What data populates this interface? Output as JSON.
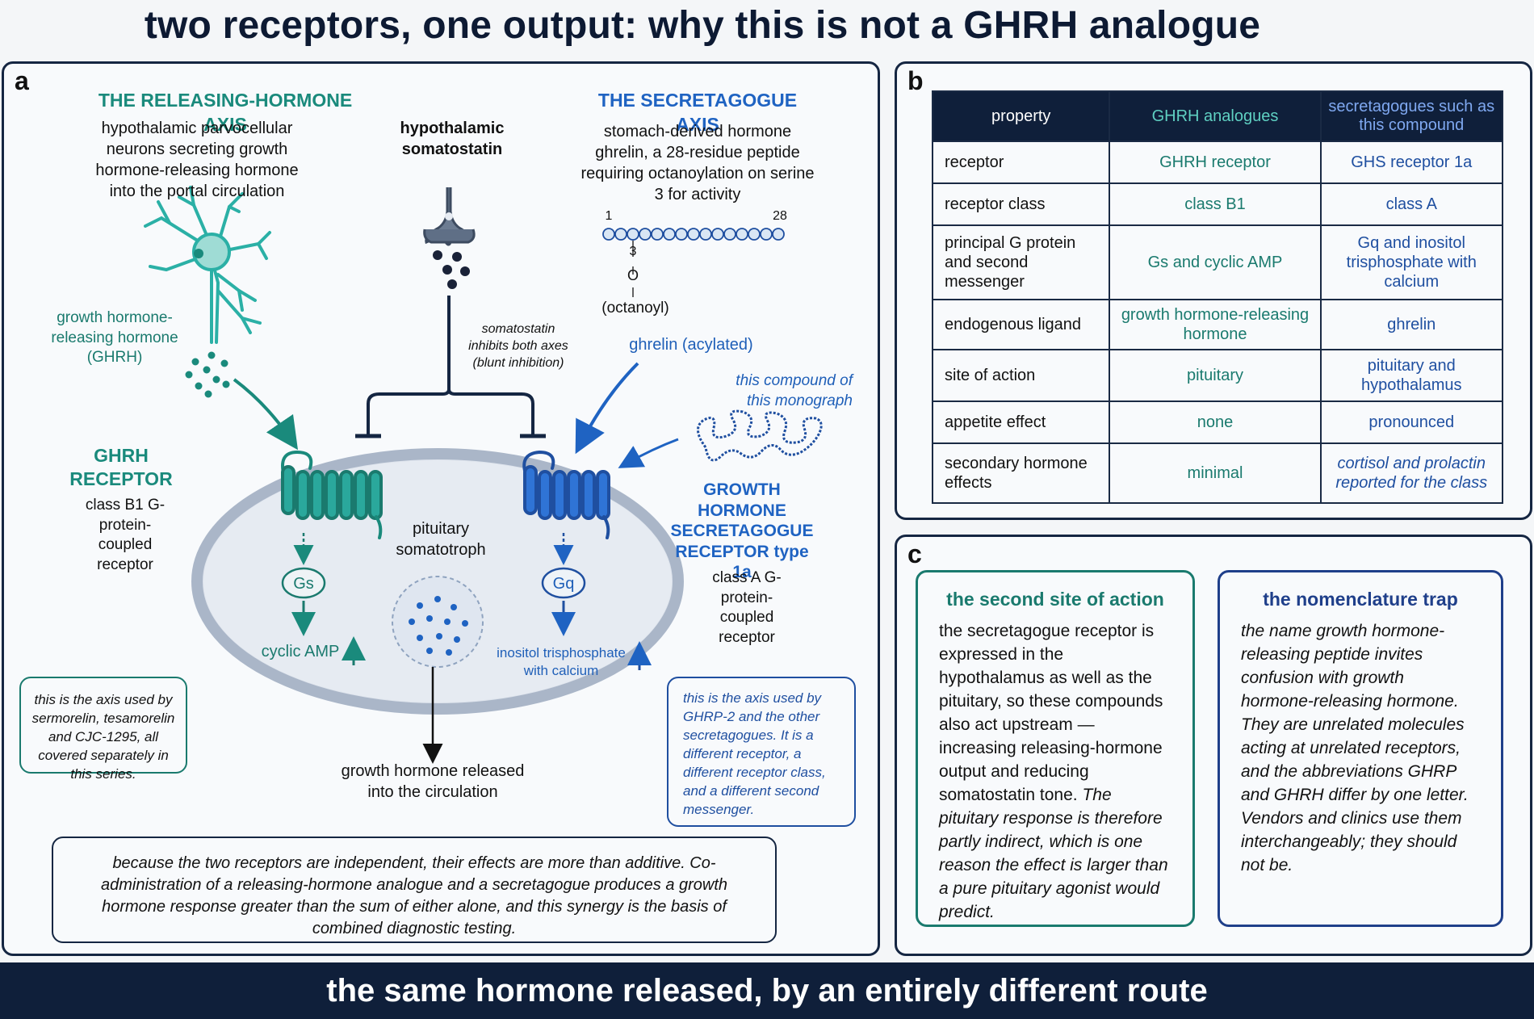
{
  "title": "two receptors, one output: why this is not a GHRH analogue",
  "panel_a": {
    "label": "a",
    "releasing_axis": {
      "heading": "THE RELEASING-HORMONE AXIS",
      "desc": "hypothalamic parvocellular neurons secreting growth hormone-releasing hormone into the portal circulation",
      "ghrh_label": "growth hormone-releasing hormone (GHRH)",
      "receptor_heading": "GHRH RECEPTOR",
      "receptor_desc": "class B1 G-protein-coupled receptor",
      "g_protein": "Gs",
      "messenger": "cyclic AMP",
      "note": "this is the axis used by sermorelin, tesamorelin and CJC-1295, all covered separately in this series."
    },
    "somatostatin": {
      "heading": "hypothalamic somatostatin",
      "note": "somatostatin inhibits both axes (blunt inhibition)"
    },
    "secretagogue_axis": {
      "heading": "THE SECRETAGOGUE AXIS",
      "desc": "stomach-derived hormone ghrelin, a 28-residue peptide requiring octanoylation on serine 3 for activity",
      "residue_start": "1",
      "residue_end": "28",
      "residue_3": "3",
      "oxygen": "O",
      "octanoyl": "(octanoyl)",
      "ghrelin_label": "ghrelin (acylated)",
      "compound_label": "this compound of this monograph",
      "receptor_heading": "GROWTH HORMONE SECRETAGOGUE RECEPTOR type 1a",
      "receptor_desc": "class A G-protein-coupled receptor",
      "g_protein": "Gq",
      "messenger": "inositol trisphosphate with calcium",
      "note": "this is the axis used by GHRP-2 and the other secretagogues. It is a different receptor, a different receptor class, and a different second messenger."
    },
    "cell_label": "pituitary somatotroph",
    "output_label": "growth hormone released into the circulation",
    "bottom_note": "because the two receptors are independent, their effects are more than additive. Co-administration of a releasing-hormone analogue and a secretagogue produces a growth hormone response greater than the sum of either alone, and this synergy is the basis of combined diagnostic testing.",
    "colors": {
      "teal": "#1a8a7c",
      "blue": "#1f63c2",
      "navy": "#152642",
      "cell": "#dfe5ee"
    }
  },
  "panel_b": {
    "label": "b",
    "columns": [
      "property",
      "GHRH analogues",
      "secretagogues such as this compound"
    ],
    "rows": [
      [
        "receptor",
        "GHRH receptor",
        "GHS receptor 1a"
      ],
      [
        "receptor class",
        "class B1",
        "class A"
      ],
      [
        "principal G protein and second messenger",
        "Gs and cyclic AMP",
        "Gq and inositol trisphosphate with calcium"
      ],
      [
        "endogenous ligand",
        "growth hormone-releasing hormone",
        "ghrelin"
      ],
      [
        "site of action",
        "pituitary",
        "pituitary and hypothalamus"
      ],
      [
        "appetite effect",
        "none",
        "pronounced"
      ],
      [
        "secondary hormone effects",
        "minimal",
        "cortisol and prolactin reported for the class"
      ]
    ]
  },
  "panel_c": {
    "label": "c",
    "left": {
      "heading": "the second site of action",
      "body": "the secretagogue receptor is expressed in the hypothalamus as well as the pituitary, so these compounds also act upstream — increasing releasing-hormone output and reducing somatostatin tone.",
      "body_italic": "The pituitary response is therefore partly indirect, which is one reason the effect is larger than a pure pituitary agonist would predict."
    },
    "right": {
      "heading": "the nomenclature trap",
      "body": "the name growth hormone-releasing peptide invites confusion with growth hormone-releasing hormone. They are unrelated molecules acting at unrelated receptors, and the abbreviations GHRP and GHRH differ by one letter. Vendors and clinics use them interchangeably; they should not be."
    }
  },
  "footer": "the same hormone released, by an entirely different route"
}
